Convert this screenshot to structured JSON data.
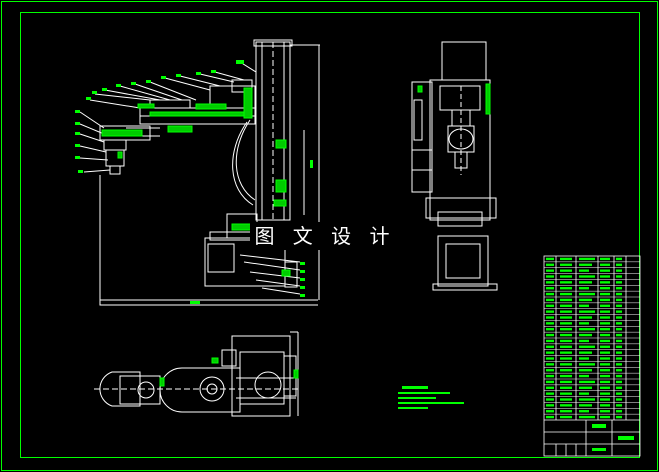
{
  "watermark": {
    "text": "图 文 设 计"
  },
  "colors": {
    "background": "#000000",
    "frame": "#00ff00",
    "outline": "#ffffff",
    "part_highlight": "#00ff00",
    "annotation_text": "#00ff00"
  },
  "views": [
    {
      "name": "front-elevation"
    },
    {
      "name": "side-elevation"
    },
    {
      "name": "top-plan"
    }
  ],
  "parts_list": {
    "label": "title-block"
  },
  "dimensions": {
    "front_width_label": "",
    "front_height_label": ""
  }
}
